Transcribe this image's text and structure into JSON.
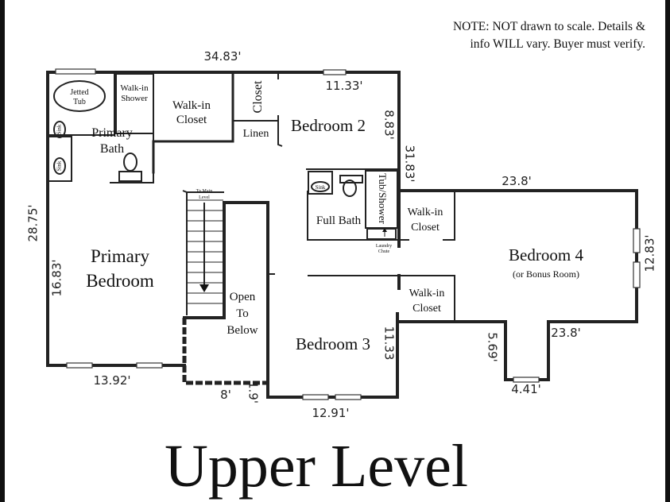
{
  "note": {
    "line1": "NOTE: NOT drawn to scale. Details &",
    "line2": "info WILL vary. Buyer must verify."
  },
  "title": "Upper Level",
  "rooms": {
    "jetted_tub_1": "Jetted",
    "jetted_tub_2": "Tub",
    "walkin_shower_1": "Walk-in",
    "walkin_shower_2": "Shower",
    "primary_closet_1": "Walk-in",
    "primary_closet_2": "Closet",
    "closet": "Closet",
    "linen": "Linen",
    "sink": "Sink",
    "primary_bath_1": "Primary",
    "primary_bath_2": "Bath",
    "bedroom2": "Bedroom 2",
    "full_bath": "Full Bath",
    "tub_shower": "Tub/Shower",
    "laundry_1": "Laundry",
    "laundry_2": "Chute",
    "stairs_1": "To Main",
    "stairs_2": "Level",
    "primary_bedroom_1": "Primary",
    "primary_bedroom_2": "Bedroom",
    "open_1": "Open",
    "open_2": "To",
    "open_3": "Below",
    "bedroom3": "Bedroom 3",
    "closet_b4_1": "Walk-in",
    "closet_b4_2": "Closet",
    "closet_b3_1": "Walk-in",
    "closet_b3_2": "Closet",
    "bedroom4": "Bedroom 4",
    "bedroom4_sub": "(or Bonus Room)"
  },
  "dimensions": {
    "top_total": "34.83'",
    "bedroom2_width": "11.33'",
    "bedroom2_depth": "8.83'",
    "right_total": "31.83'",
    "bedroom4_top": "23.8'",
    "bedroom4_depth": "12.83'",
    "bedroom4_bottom": "23.8'",
    "bump_depth": "5.69'",
    "bump_width": "4.41'",
    "left_total": "28.75'",
    "primary_depth": "16.83'",
    "primary_width": "13.92'",
    "open_width": "8'",
    "open_offset": "1.9'",
    "bedroom3_width": "12.91'",
    "bedroom3_depth": "11.33"
  }
}
